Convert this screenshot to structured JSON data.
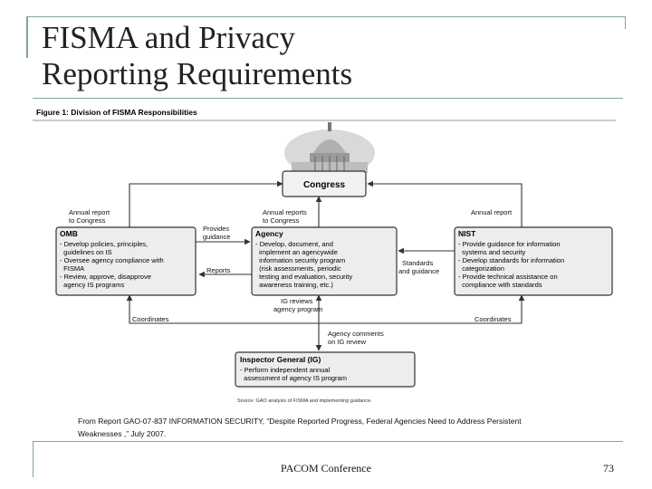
{
  "slide": {
    "title_line1": "FISMA and Privacy",
    "title_line2": "Reporting Requirements",
    "caption_line1": "From Report GAO-07-837 INFORMATION SECURITY, “Despite Reported Progress, Federal Agencies Need to Address Persistent",
    "caption_line2": "Weaknesses ,” July 2007.",
    "footer": "PACOM Conference",
    "page_number": "73"
  },
  "figure": {
    "caption": "Figure 1: Division of FISMA Responsibilities",
    "source": "Source: GAO analysis of FISMA and implementing guidance.",
    "boxes": {
      "congress": {
        "title": "Congress"
      },
      "omb": {
        "title": "OMB",
        "lines": [
          "- Develop policies, principles,",
          "  guidelines on IS",
          "- Oversee agency compliance with",
          "  FISMA",
          "- Review, approve, disapprove",
          "  agency IS programs"
        ]
      },
      "agency": {
        "title": "Agency",
        "lines": [
          "- Develop, document, and",
          "  implement an agencywide",
          "  information security program",
          "  (risk assessments, periodic",
          "  testing and evaluation, security",
          "  awareness training, etc.)"
        ]
      },
      "nist": {
        "title": "NIST",
        "lines": [
          "- Provide guidance for information",
          "  systems and security",
          "- Develop standards for information",
          "  categorization",
          "- Provide technical assistance on",
          "  compliance with standards"
        ]
      },
      "ig": {
        "title": "Inspector General (IG)",
        "lines": [
          "- Perform independent annual",
          "  assessment of agency IS program"
        ]
      }
    },
    "labels": {
      "omb_to_congress": [
        "Annual report",
        "to Congress"
      ],
      "agency_to_congress": [
        "Annual reports",
        "to Congress"
      ],
      "nist_to_congress": [
        "Annual report"
      ],
      "provides_guidance": [
        "Provides",
        "guidance"
      ],
      "reports": [
        "Reports"
      ],
      "standards": [
        "Standards",
        "and guidance"
      ],
      "coordinates_left": [
        "Coordinates"
      ],
      "coordinates_right": [
        "Coordinates"
      ],
      "ig_reviews": [
        "IG reviews",
        "agency program"
      ],
      "agency_comments": [
        "Agency comments",
        "on IG review"
      ]
    }
  },
  "colors": {
    "box_fill": "#ededed",
    "line": "#333333",
    "rule": "#7fa3a3"
  }
}
